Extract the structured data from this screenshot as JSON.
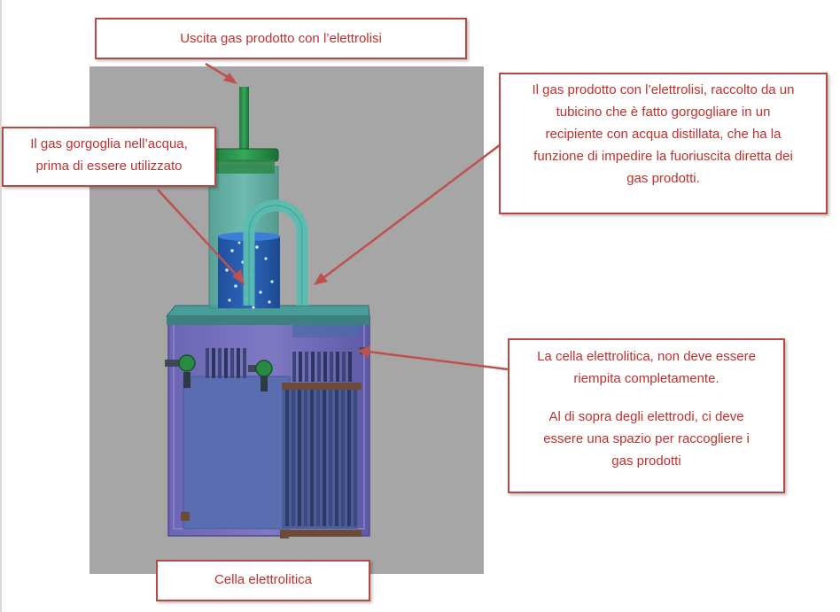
{
  "callouts": {
    "top": "Uscita gas prodotto con l’elettrolisi",
    "left": [
      "Il gas gorgoglia nell’acqua,",
      "prima di essere utilizzato"
    ],
    "right": [
      "Il gas prodotto con l’elettrolisi, raccolto da un",
      "tubicino che è fatto gorgogliare in un",
      "recipiente con acqua distillata, che ha la",
      "funzione di impedire la fuoriuscita diretta dei",
      "gas prodotti."
    ],
    "mid_a": [
      "La cella elettrolitica, non deve essere",
      "riempita completamente."
    ],
    "mid_b": [
      "Al di sopra degli elettrodi, ci deve",
      "essere una spazio per raccogliere i",
      "gas prodotti"
    ],
    "bottom": "Cella elettrolitica"
  },
  "colors": {
    "callout_text": "#c0302c",
    "callout_border": "#b54a45",
    "arrow": "#c0504d",
    "render_background": "#a6a6a6"
  }
}
